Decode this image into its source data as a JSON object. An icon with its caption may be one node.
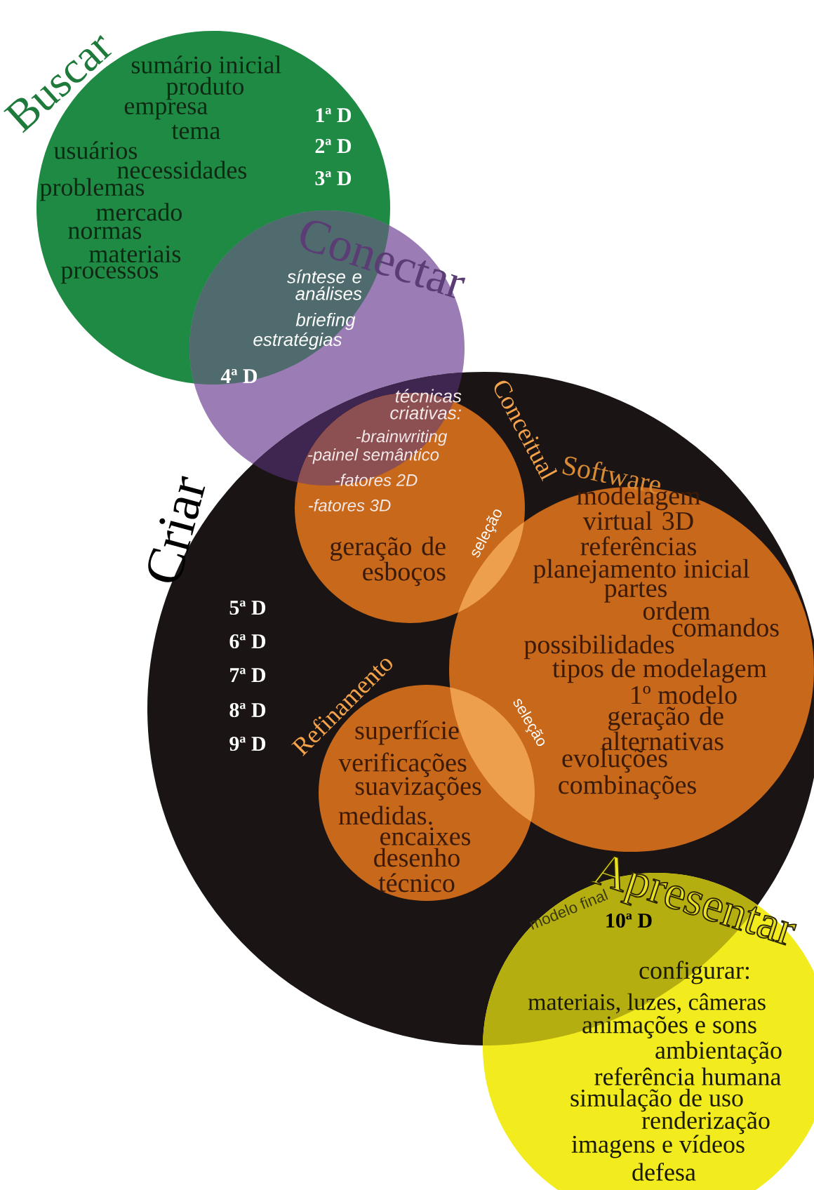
{
  "diagram": {
    "nodes": [
      {
        "text": [
          "Buscar",
          "sumário inicial",
          "produto",
          "empresa",
          "tema",
          "usuários",
          "necessidades",
          "problemas",
          "mercado",
          "normas",
          "materiais",
          "processos",
          "1ª D",
          "2ª D",
          "3ª D"
        ]
      },
      {
        "text": [
          "Conectar",
          "síntese e análises",
          "briefing",
          "estratégias",
          "4ª D"
        ]
      },
      {
        "text": [
          "Criar",
          "5ª D",
          "6ª D",
          "7ª D",
          "8ª D",
          "9ª D"
        ]
      },
      {
        "text": [
          "Conceitual",
          "técnicas criativas:",
          "-brainwriting",
          "-painel semântico",
          "-fatores 2D",
          "-fatores 3D",
          "geração de esboços"
        ],
        "in": 2
      },
      {
        "text": [
          "Software",
          "modelagem virtual 3D",
          "referências",
          "planejamento inicial",
          "partes",
          "ordem",
          "comandos",
          "possibilidades",
          "tipos de modelagem",
          "1º modelo",
          "geração de alternativas",
          "evoluções",
          "combinações"
        ],
        "in": 2
      },
      {
        "text": [
          "Refinamento",
          "superfície",
          "verificações",
          "suavizações",
          "medidas.",
          "encaixes",
          "desenho técnico"
        ],
        "in": 2
      },
      {
        "text": [
          "Apresentar",
          "10ª D",
          "configurar:",
          "materiais, luzes, câmeras",
          "animações e sons",
          "ambientação",
          "referência humana",
          "simulação de uso",
          "renderização",
          "imagens e vídeos",
          "defesa"
        ]
      }
    ],
    "labels": [
      "seleção",
      "seleção",
      "modelo final"
    ]
  }
}
